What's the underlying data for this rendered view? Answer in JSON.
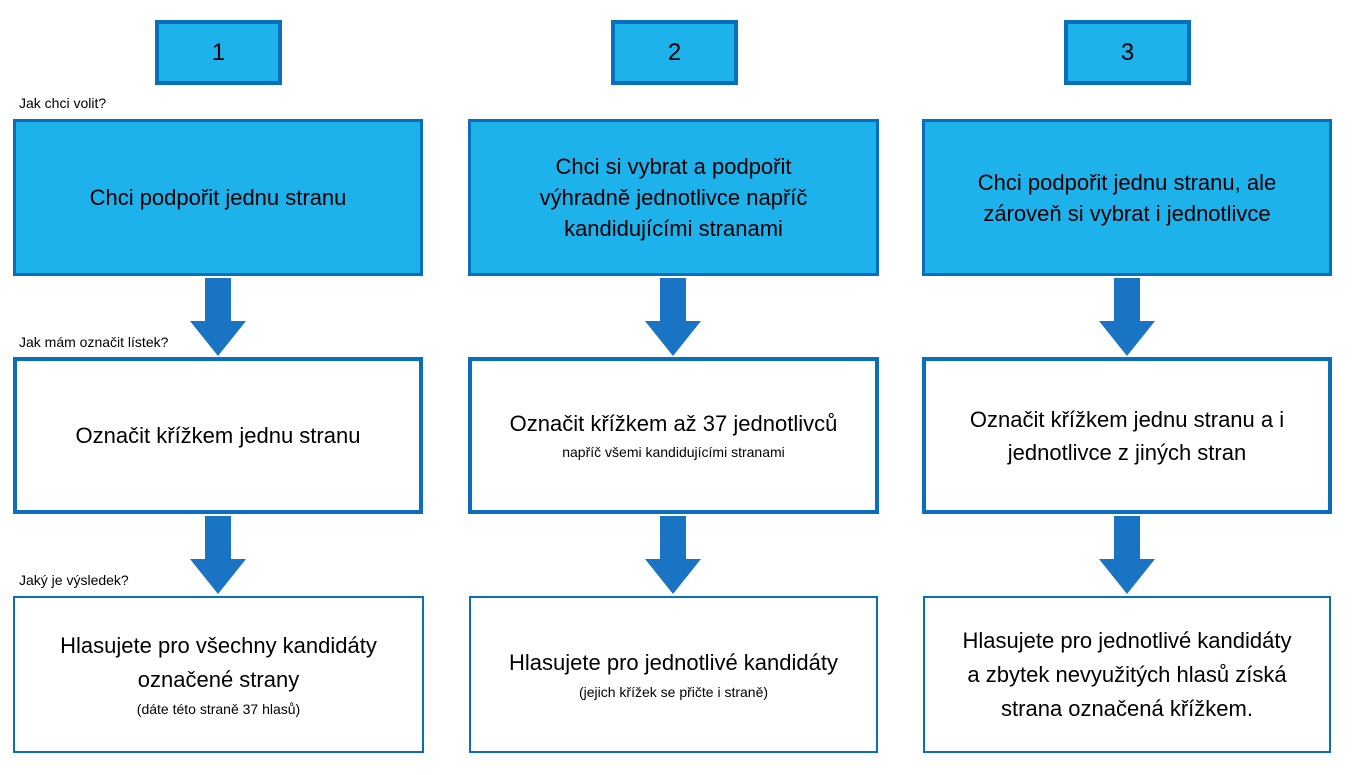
{
  "labels": {
    "how_vote": "Jak chci volit?",
    "how_mark": "Jak mám označit lístek?",
    "result": "Jaký je výsledek?"
  },
  "columns": [
    {
      "number": "1",
      "choice": [
        "Chci podpořit jednu stranu"
      ],
      "mark": [
        "Označit křížkem jednu stranu"
      ],
      "mark_sub": "",
      "result": [
        "Hlasujete pro všechny kandidáty",
        "označené strany"
      ],
      "result_sub": "(dáte této straně 37 hlasů)"
    },
    {
      "number": "2",
      "choice": [
        "Chci si vybrat a podpořit",
        "výhradně jednotlivce napříč",
        "kandidujícími stranami"
      ],
      "mark": [
        "Označit křížkem až 37 jednotlivců"
      ],
      "mark_sub": "napříč všemi kandidujícími stranami",
      "result": [
        "Hlasujete pro jednotlivé kandidáty"
      ],
      "result_sub": "(jejich křížek se přičte i straně)"
    },
    {
      "number": "3",
      "choice": [
        "Chci podpořit jednu stranu, ale",
        "zároveň si vybrat i jednotlivce"
      ],
      "mark": [
        "Označit křížkem jednu stranu a i",
        "jednotlivce z jiných stran"
      ],
      "mark_sub": "",
      "result": [
        "Hlasujete pro jednotlivé kandidáty",
        "a zbytek nevyužitých hlasů získá",
        "strana označená křížkem."
      ],
      "result_sub": ""
    }
  ],
  "colors": {
    "box_fill": "#1eb2ec",
    "box_border": "#0a6fba",
    "arrow": "#1a74c4"
  }
}
